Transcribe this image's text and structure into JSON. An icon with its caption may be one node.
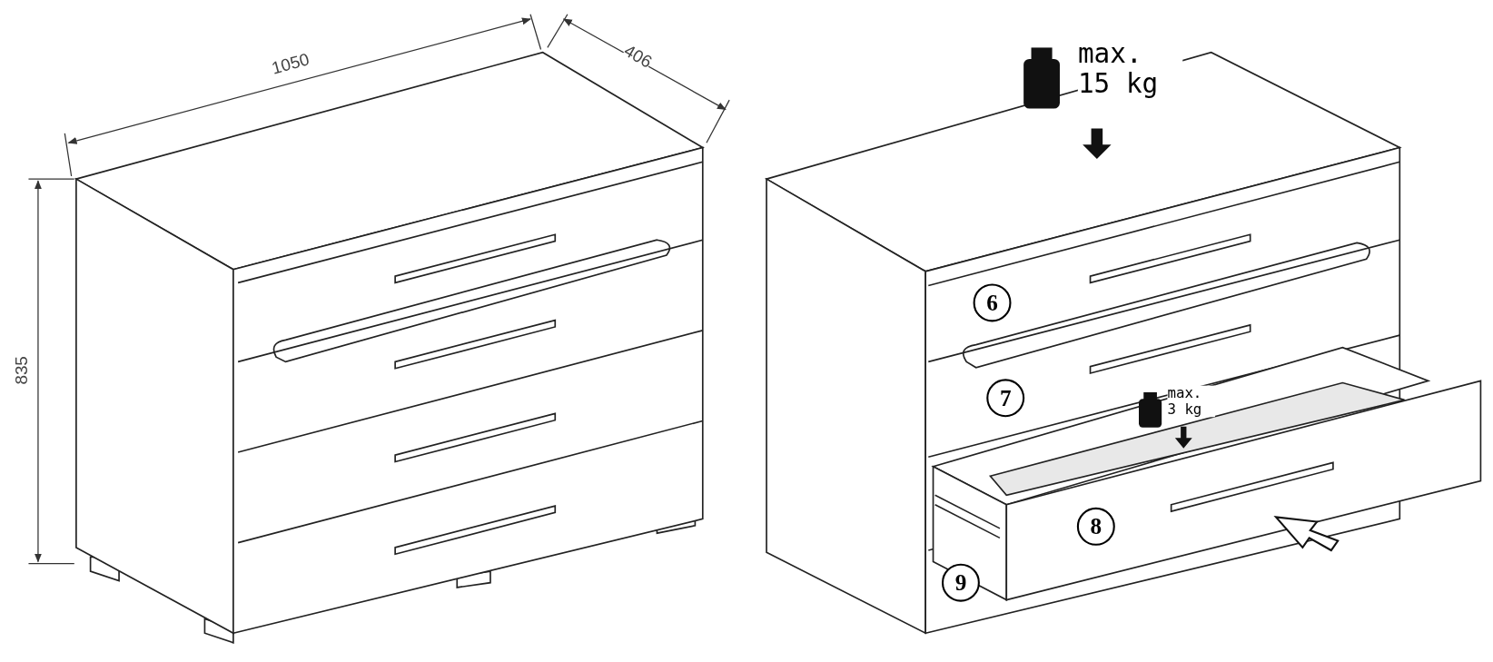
{
  "diagram": {
    "labels": [
      "1050",
      "406",
      "835",
      "max. 15 kg",
      "6",
      "7",
      "max. 3 kg",
      "8",
      "9"
    ]
  }
}
